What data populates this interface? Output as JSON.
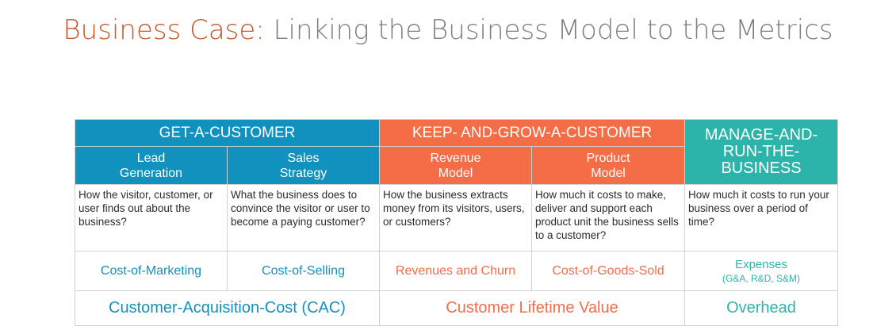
{
  "title": {
    "accent": "Business Case",
    "separator": ":",
    "rest": " Linking the Business Model to the Metrics"
  },
  "headers": {
    "get": "GET-A-CUSTOMER",
    "keep": "KEEP- AND-GROW-A-CUSTOMER",
    "manage": "MANAGE-AND-RUN-THE-BUSINESS"
  },
  "subheaders": {
    "lead": "Lead Generation",
    "sales": "Sales Strategy",
    "revenue": "Revenue Model",
    "product": "Product Model"
  },
  "descriptions": {
    "lead": "How the visitor, customer, or user finds out about the business?",
    "sales": "What the business does to convince the visitor or user to become a paying customer?",
    "revenue": "How the business extracts money from its visitors, users, or customers?",
    "product": "How much it costs to make, deliver and support each product unit the business sells to a customer?",
    "manage": "How much it costs to run your business over a period of time?"
  },
  "costs": {
    "marketing": "Cost-of-Marketing",
    "selling": "Cost-of-Selling",
    "revenues": "Revenues and Churn",
    "goods": "Cost-of-Goods-Sold",
    "expenses": "Expenses",
    "expenses_detail": "(G&A, R&D, S&M)"
  },
  "totals": {
    "cac": "Customer-Acquisition-Cost (CAC)",
    "ltv": "Customer Lifetime Value",
    "overhead": "Overhead"
  },
  "colors": {
    "blue": "#1192be",
    "orange": "#f56d47",
    "teal": "#2db4aa",
    "title_accent": "#c55a2a"
  }
}
